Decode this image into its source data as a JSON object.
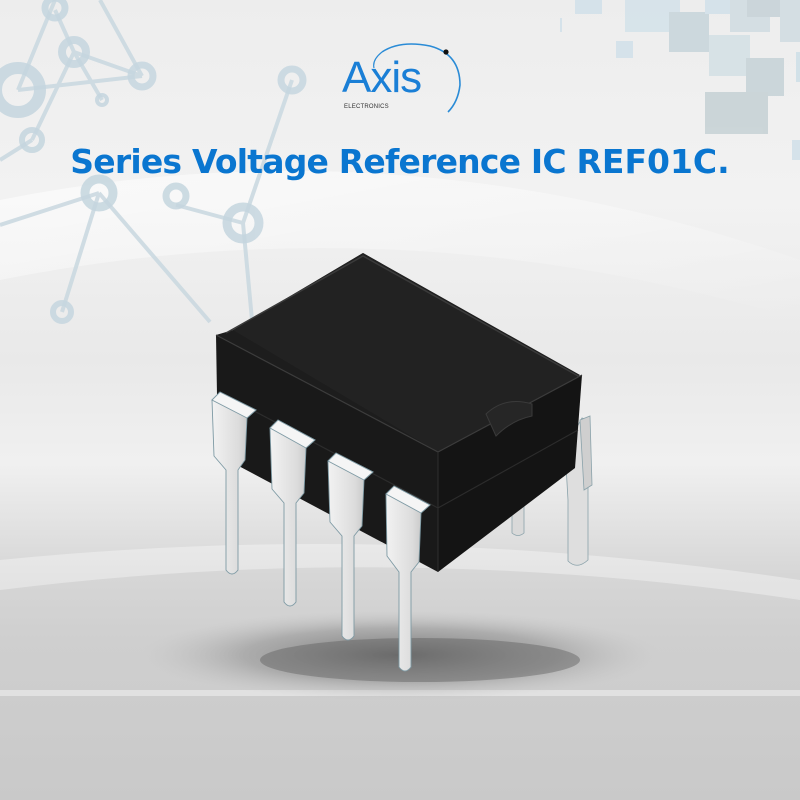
{
  "brand": {
    "logo_text": "Axis",
    "logo_subtext": "ELECTRONICS",
    "logo_color": "#1a7fd6"
  },
  "headline": {
    "part1": "Series Voltage Reference IC",
    "part2": "REF01C.",
    "color": "#0a76d0"
  },
  "product": {
    "type": "8-pin DIP integrated circuit",
    "body_color": "#1e1e1e",
    "pin_color": "#e4e4e4"
  },
  "background": {
    "decoration_left": "network-nodes",
    "decoration_right": "squares-pattern"
  }
}
